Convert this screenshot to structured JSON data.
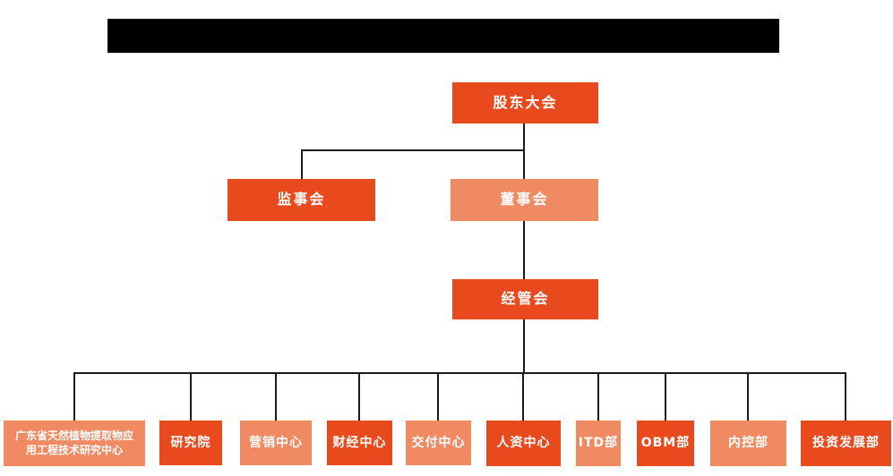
{
  "org": {
    "root": {
      "label": "股东大会"
    },
    "level2": [
      {
        "label": "监事会"
      },
      {
        "label": "董事会"
      }
    ],
    "level3": {
      "label": "经管会"
    },
    "departments": [
      {
        "label": "广东省天然植物提取物应用工程技术研究中心"
      },
      {
        "label": "研究院"
      },
      {
        "label": "营销中心"
      },
      {
        "label": "财经中心"
      },
      {
        "label": "交付中心"
      },
      {
        "label": "人资中心"
      },
      {
        "label": "ITD部"
      },
      {
        "label": "OBM部"
      },
      {
        "label": "内控部"
      },
      {
        "label": "投资发展部"
      }
    ]
  },
  "colors": {
    "node_primary": "#E8491D",
    "node_secondary": "#EF8A63",
    "connector": "#1A1A1A",
    "redacted_bar": "#000000",
    "node_text": "#FFFFFF",
    "background": "#FFFFFF"
  }
}
